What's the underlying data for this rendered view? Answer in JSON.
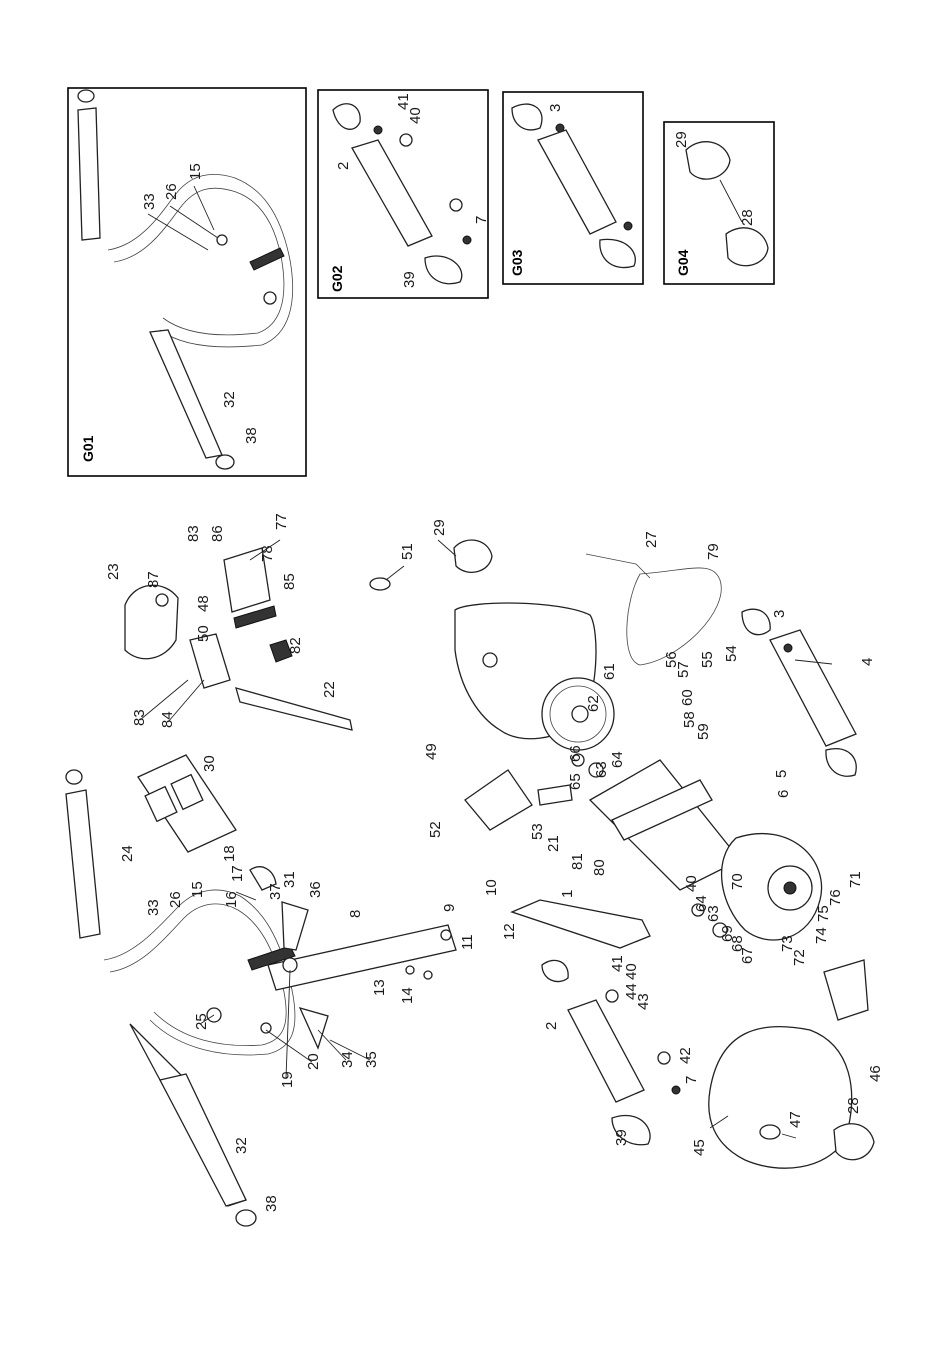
{
  "colors": {
    "ink": "#222222",
    "paper": "#ffffff"
  },
  "group_boxes": [
    {
      "id": "G01",
      "label": "G01"
    },
    {
      "id": "G02",
      "label": "G02"
    },
    {
      "id": "G03",
      "label": "G03"
    },
    {
      "id": "G04",
      "label": "G04"
    }
  ],
  "callouts": [
    "1",
    "2",
    "3",
    "4",
    "5",
    "6",
    "7",
    "8",
    "9",
    "10",
    "11",
    "12",
    "13",
    "14",
    "15",
    "16",
    "17",
    "18",
    "19",
    "20",
    "21",
    "22",
    "23",
    "24",
    "25",
    "26",
    "27",
    "28",
    "29",
    "30",
    "31",
    "32",
    "33",
    "34",
    "35",
    "36",
    "37",
    "38",
    "39",
    "40",
    "41",
    "42",
    "43",
    "44",
    "45",
    "46",
    "47",
    "48",
    "49",
    "50",
    "51",
    "52",
    "53",
    "54",
    "55",
    "56",
    "57",
    "58",
    "59",
    "60",
    "61",
    "62",
    "63",
    "64",
    "65",
    "66",
    "67",
    "68",
    "69",
    "70",
    "71",
    "72",
    "73",
    "74",
    "75",
    "76",
    "77",
    "78",
    "79",
    "80",
    "81",
    "82",
    "83",
    "84",
    "85",
    "86",
    "87"
  ]
}
